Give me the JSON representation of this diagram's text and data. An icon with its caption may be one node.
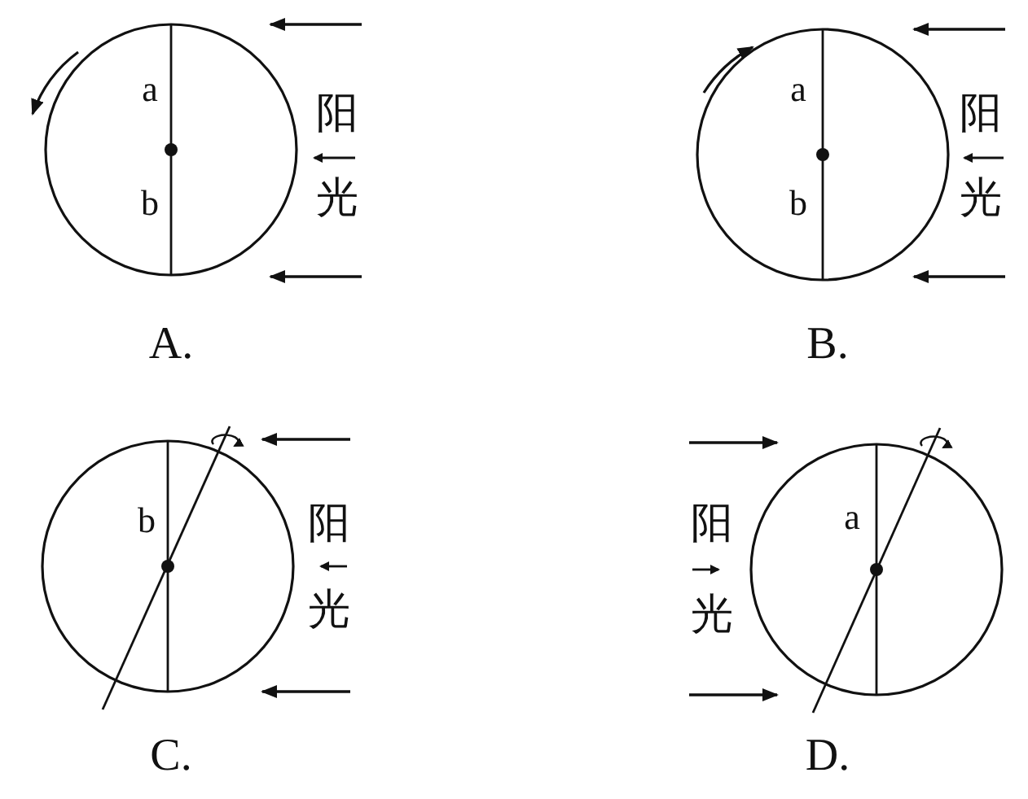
{
  "diagram": {
    "labels": [
      "a",
      "阳",
      "b",
      "光",
      "a",
      "阳",
      "b",
      "光",
      "A.",
      "B.",
      "b",
      "阳",
      "阳",
      "a",
      "光",
      "光",
      "C.",
      "D."
    ]
  }
}
